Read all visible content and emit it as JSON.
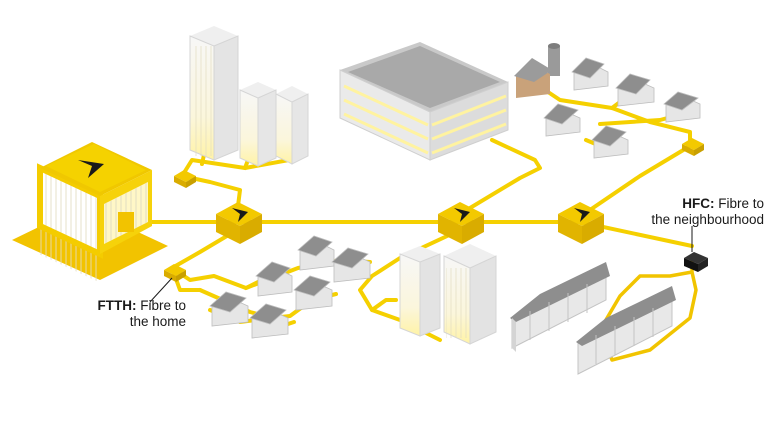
{
  "labels": {
    "ftth": {
      "title": "FTTH:",
      "line1": "Fibre to",
      "line2": "the home"
    },
    "hfc": {
      "title": "HFC:",
      "line1": "Fibre to",
      "line2": "the neighbourhood"
    }
  },
  "colors": {
    "fibre": "#f5d000",
    "fibre_light": "#fbe66a",
    "node_top": "#f3c900",
    "node_side": "#d9ac00",
    "hq_front": "#f4cc00",
    "building_gray": "#d9d9d9",
    "roof_gray": "#8e8e8e",
    "barn": "#c9a27a",
    "hfc_box": "#1a1a1a"
  },
  "icons": {
    "brand": "chevron-logo-icon",
    "nodes": "chevron-node-icon"
  }
}
